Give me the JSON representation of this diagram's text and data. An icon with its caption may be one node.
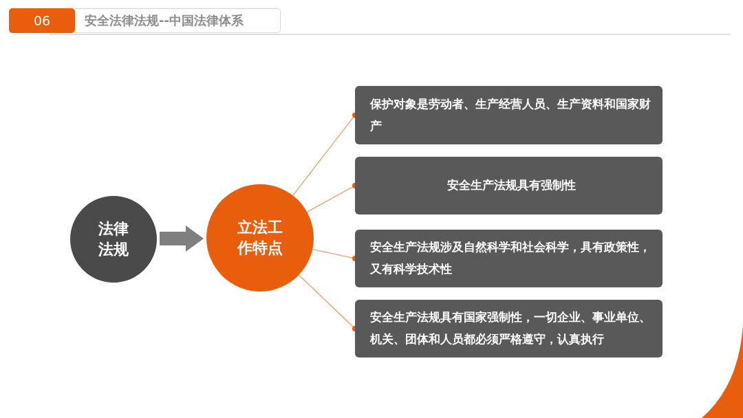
{
  "diagram": {
    "title": "安全法律法规--中国法律体系",
    "nodes": [
      {
        "text": [
          "法律法规"
        ]
      },
      {
        "text": [
          "立法工作特点"
        ]
      },
      {
        "text": [
          "保护对象是劳动者、生产经营人员、生产资料和国家财产"
        ]
      },
      {
        "text": [
          "安全生产法规具有强制性"
        ]
      },
      {
        "text": [
          "安全生产法规涉及自然科学和社会科学，具有政策性，又有科学技术性"
        ]
      },
      {
        "text": [
          "安全生产法规具有国家强制性，一切企业、事业单位、机关、团体和人员都必须严格遵守，认真执行"
        ]
      }
    ],
    "edges": [
      {
        "from": 0,
        "to": 1,
        "arrow": "to",
        "style": "thick",
        "color": "#7f7f7f"
      },
      {
        "from": 1,
        "to": 2,
        "arrow": "other"
      },
      {
        "from": 1,
        "to": 3,
        "arrow": "other"
      },
      {
        "from": 1,
        "to": 4,
        "arrow": "other"
      },
      {
        "from": 1,
        "to": 5,
        "arrow": "other"
      }
    ],
    "labels": [
      "06"
    ]
  }
}
